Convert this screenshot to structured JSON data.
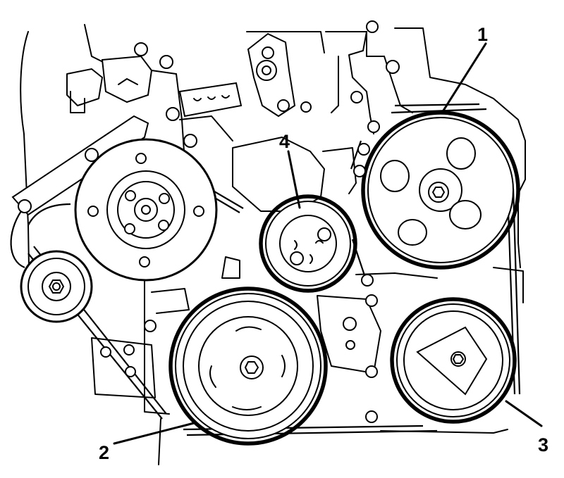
{
  "figure": {
    "background": "#ffffff",
    "line_color": "#000000",
    "callouts": [
      {
        "id": "1",
        "label": "1"
      },
      {
        "id": "2",
        "label": "2"
      },
      {
        "id": "3",
        "label": "3"
      },
      {
        "id": "4",
        "label": "4"
      }
    ]
  }
}
